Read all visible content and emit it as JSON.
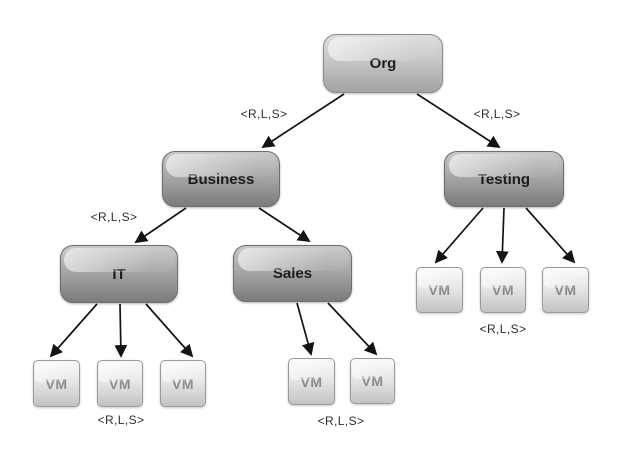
{
  "diagram": {
    "type": "tree",
    "nodes": [
      {
        "id": "org",
        "label": "Org",
        "role": "root"
      },
      {
        "id": "business",
        "label": "Business",
        "parent": "Org"
      },
      {
        "id": "testing",
        "label": "Testing",
        "parent": "Org"
      },
      {
        "id": "it",
        "label": "IT",
        "parent": "Business"
      },
      {
        "id": "sales",
        "label": "Sales",
        "parent": "Business"
      },
      {
        "id": "vm-it-1",
        "label": "VM",
        "parent": "IT"
      },
      {
        "id": "vm-it-2",
        "label": "VM",
        "parent": "IT"
      },
      {
        "id": "vm-it-3",
        "label": "VM",
        "parent": "IT"
      },
      {
        "id": "vm-sales-1",
        "label": "VM",
        "parent": "Sales"
      },
      {
        "id": "vm-sales-2",
        "label": "VM",
        "parent": "Sales"
      },
      {
        "id": "vm-testing-1",
        "label": "VM",
        "parent": "Testing"
      },
      {
        "id": "vm-testing-2",
        "label": "VM",
        "parent": "Testing"
      },
      {
        "id": "vm-testing-3",
        "label": "VM",
        "parent": "Testing"
      }
    ],
    "structure": {
      "Org": [
        "Business",
        "Testing"
      ],
      "Business": [
        "IT",
        "Sales"
      ],
      "IT": [
        "VM",
        "VM",
        "VM"
      ],
      "Sales": [
        "VM",
        "VM"
      ],
      "Testing": [
        "VM",
        "VM",
        "VM"
      ]
    },
    "edge_labels": [
      {
        "edge": "org-to-business",
        "text": "<R,L,S>"
      },
      {
        "edge": "org-to-testing",
        "text": "<R,L,S>"
      },
      {
        "edge": "business-to-it",
        "text": "<R,L,S>"
      },
      {
        "edge": "it-vm-group",
        "text": "<R,L,S>"
      },
      {
        "edge": "sales-vm-group",
        "text": "<R,L,S>"
      },
      {
        "edge": "testing-vm-group",
        "text": "<R,L,S>"
      }
    ],
    "colors": {
      "background": "#ffffff",
      "arrow": "#141414",
      "root_node_top": "#dddddd",
      "root_node_bottom": "#a3a3a3",
      "branch_node_top": "#c9c9c9",
      "branch_node_bottom": "#7b7b7b",
      "leaf_node_top": "#fafafa",
      "leaf_node_bottom": "#c3c3c3",
      "node_text": "#1c1c1c",
      "leaf_text": "#8a8a8a",
      "edge_label_text": "#2e2e2e"
    }
  }
}
